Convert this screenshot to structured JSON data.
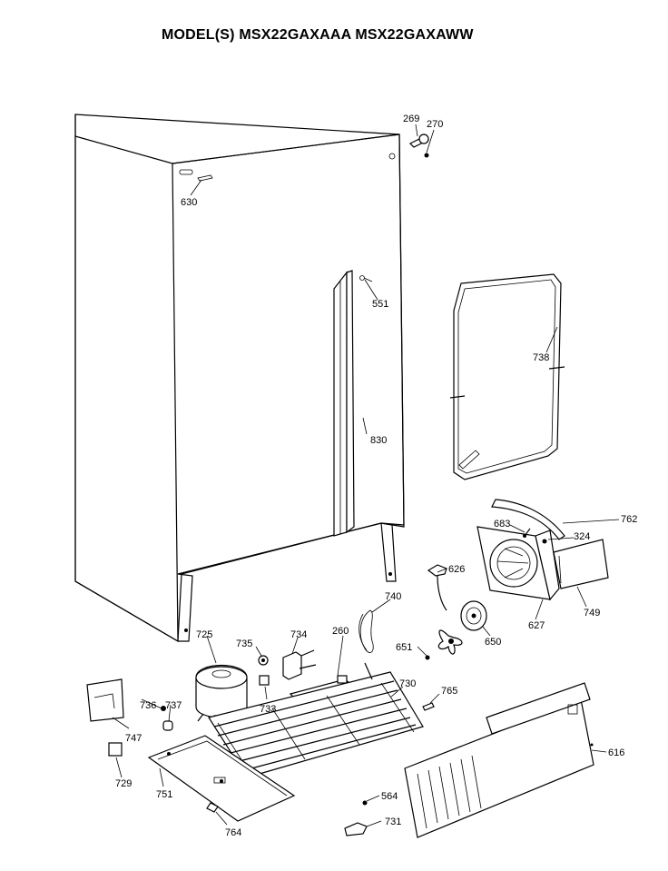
{
  "title": "MODEL(S) MSX22GAXAAA  MSX22GAXAWW",
  "parts": {
    "p269": "269",
    "p270": "270",
    "p630": "630",
    "p551": "551",
    "p738": "738",
    "p830": "830",
    "p762": "762",
    "p683": "683",
    "p324": "324",
    "p626": "626",
    "p749": "749",
    "p627": "627",
    "p740": "740",
    "p650": "650",
    "p725": "725",
    "p735": "735",
    "p734": "734",
    "p260": "260",
    "p651": "651",
    "p730": "730",
    "p765": "765",
    "p736": "736",
    "p737": "737",
    "p733": "733",
    "p747": "747",
    "p616": "616",
    "p729": "729",
    "p751": "751",
    "p564": "564",
    "p731": "731",
    "p764": "764"
  }
}
